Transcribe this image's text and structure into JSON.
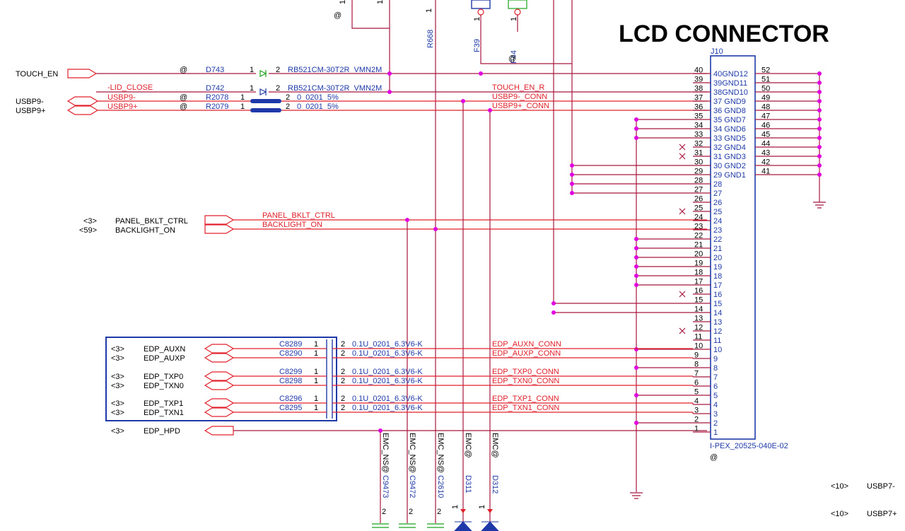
{
  "title": "LCD CONNECTOR",
  "connector": {
    "ref": "J10",
    "part": "I-PEX_20525-040E-02",
    "at": "@",
    "left_pins": [
      "40",
      "39",
      "38",
      "37",
      "36",
      "35",
      "34",
      "33",
      "32",
      "31",
      "30",
      "29",
      "28",
      "27",
      "26",
      "25",
      "24",
      "23",
      "22",
      "21",
      "20",
      "19",
      "18",
      "17",
      "16",
      "15",
      "14",
      "13",
      "12",
      "11",
      "10",
      "9",
      "8",
      "7",
      "6",
      "5",
      "4",
      "3",
      "2",
      "1"
    ],
    "left_labels": [
      "40GND12",
      "39GND11",
      "38GND10",
      "37 GND9",
      "36 GND8",
      "35 GND7",
      "34 GND6",
      "33 GND5",
      "32 GND4",
      "31 GND3",
      "30 GND2",
      "29 GND1",
      "28",
      "27",
      "26",
      "25",
      "24",
      "23",
      "22",
      "21",
      "20",
      "19",
      "18",
      "17",
      "16",
      "15",
      "14",
      "13",
      "12",
      "11",
      "10",
      "9",
      "8",
      "7",
      "6",
      "5",
      "4",
      "3",
      "2",
      "1"
    ],
    "right_pins": [
      "52",
      "51",
      "50",
      "49",
      "48",
      "47",
      "46",
      "45",
      "44",
      "43",
      "42",
      "41"
    ]
  },
  "top_parts": {
    "r668": "R668",
    "f39": "F39",
    "f44": "F44",
    "one": "1",
    "at": "@"
  },
  "rows": {
    "touch_en": {
      "port": "TOUCH_EN",
      "at": "@",
      "ref": "D743",
      "p1": "1",
      "p2": "2",
      "part": "RB521CM-30T2R_VMN2M",
      "net": "TOUCH_EN_R"
    },
    "lid_close": {
      "net": "-LID_CLOSE",
      "ref": "D742",
      "p1": "1",
      "p2": "2",
      "part": "RB521CM-30T2R_VMN2M"
    },
    "usbp9m": {
      "port": "USBP9-",
      "net": "USBP9-",
      "at": "@",
      "ref": "R2078",
      "p1": "1",
      "p2": "2",
      "val": "0_0201_5%",
      "conn": "USBP9-_CONN"
    },
    "usbp9p": {
      "port": "USBP9+",
      "net": "USBP9+",
      "at": "@",
      "ref": "R2079",
      "p1": "1",
      "p2": "2",
      "val": "0_0201_5%",
      "conn": "USBP9+_CONN"
    },
    "panel_bklt": {
      "sheet": "<3>",
      "port": "PANEL_BKLT_CTRL",
      "net": "PANEL_BKLT_CTRL"
    },
    "backlight_on": {
      "sheet": "<59>",
      "port": "BACKLIGHT_ON",
      "net": "BACKLIGHT_ON"
    }
  },
  "edp_caps": [
    {
      "sheet": "<3>",
      "port": "EDP_AUXN",
      "ref": "C8289",
      "p1": "1",
      "p2": "2",
      "val": "0.1U_0201_6.3V6-K",
      "net": "EDP_AUXN_CONN"
    },
    {
      "sheet": "<3>",
      "port": "EDP_AUXP",
      "ref": "C8290",
      "p1": "1",
      "p2": "2",
      "val": "0.1U_0201_6.3V6-K",
      "net": "EDP_AUXP_CONN"
    },
    {
      "sheet": "<3>",
      "port": "EDP_TXP0",
      "ref": "C8299",
      "p1": "1",
      "p2": "2",
      "val": "0.1U_0201_6.3V6-K",
      "net": "EDP_TXP0_CONN"
    },
    {
      "sheet": "<3>",
      "port": "EDP_TXN0",
      "ref": "C8298",
      "p1": "1",
      "p2": "2",
      "val": "0.1U_0201_6.3V6-K",
      "net": "EDP_TXN0_CONN"
    },
    {
      "sheet": "<3>",
      "port": "EDP_TXP1",
      "ref": "C8296",
      "p1": "1",
      "p2": "2",
      "val": "0.1U_0201_6.3V6-K",
      "net": "EDP_TXP1_CONN"
    },
    {
      "sheet": "<3>",
      "port": "EDP_TXN1",
      "ref": "C8295",
      "p1": "1",
      "p2": "2",
      "val": "0.1U_0201_6.3V6-K",
      "net": "EDP_TXN1_CONN"
    }
  ],
  "hpd": {
    "sheet": "<3>",
    "port": "EDP_HPD"
  },
  "bottom_parts": [
    {
      "tag": "EMC_NS@",
      "ref": "C9473",
      "pin": "2"
    },
    {
      "tag": "EMC_NS@",
      "ref": "C9472",
      "pin": "2"
    },
    {
      "tag": "EMC_NS@",
      "ref": "C2610",
      "pin": "2"
    },
    {
      "tag": "EMC@",
      "ref": "D311",
      "pin": "1"
    },
    {
      "tag": "EMC@",
      "ref": "D312",
      "pin": "1"
    }
  ],
  "offpage": [
    {
      "sheet": "<10>",
      "port": "USBP7-"
    },
    {
      "sheet": "<10>",
      "port": "USBP7+"
    }
  ]
}
